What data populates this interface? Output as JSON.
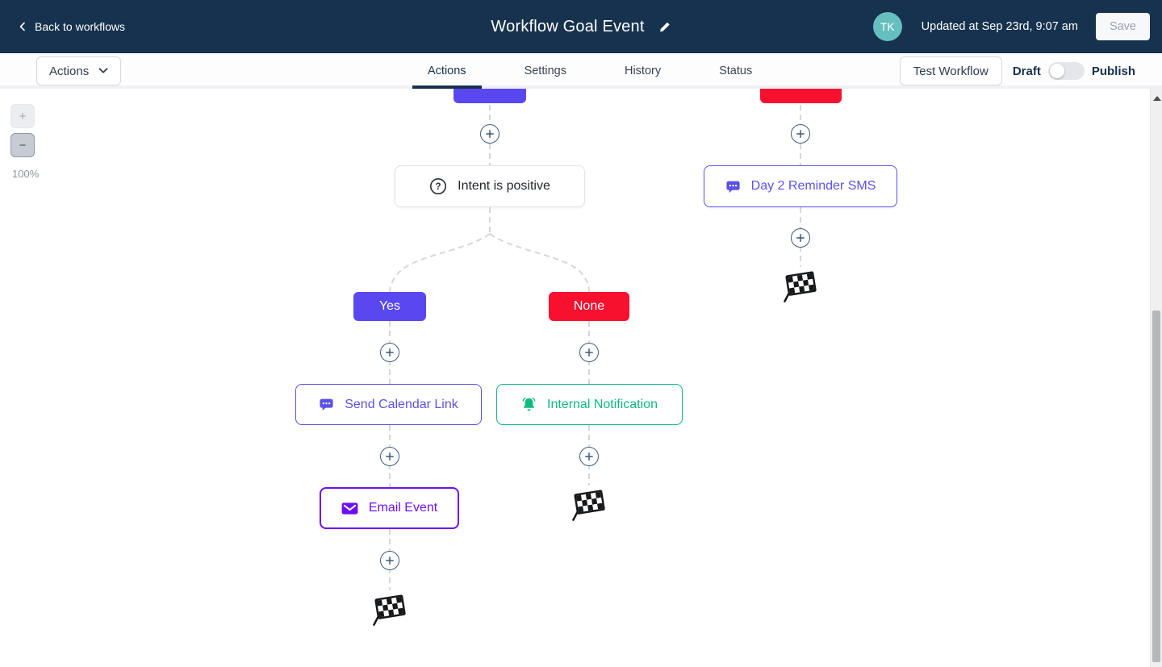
{
  "header": {
    "back_label": "Back to workflows",
    "title": "Workflow Goal Event",
    "avatar_initials": "TK",
    "updated_text": "Updated at Sep 23rd, 9:07 am",
    "save_label": "Save"
  },
  "toolbar": {
    "actions_button_label": "Actions",
    "tabs": [
      {
        "label": "Actions"
      },
      {
        "label": "Settings"
      },
      {
        "label": "History"
      },
      {
        "label": "Status"
      }
    ],
    "active_tab": "Actions",
    "test_workflow_label": "Test Workflow",
    "draft_label": "Draft",
    "publish_label": "Publish",
    "publish_toggle_state": "off"
  },
  "zoom_controls": {
    "zoom_in": "+",
    "zoom_out": "−",
    "zoom_level": "100%"
  },
  "workflow": {
    "condition_node": {
      "label": "Intent is positive",
      "icon": "question-circle"
    },
    "day2_reminder_sms": {
      "label": "Day 2 Reminder SMS",
      "icon": "sms"
    },
    "branch_yes": {
      "label": "Yes"
    },
    "branch_none": {
      "label": "None"
    },
    "send_calendar_link": {
      "label": "Send Calendar Link",
      "icon": "sms"
    },
    "internal_notification": {
      "label": "Internal Notification",
      "icon": "bell"
    },
    "email_event": {
      "label": "Email Event",
      "icon": "envelope"
    }
  },
  "icons": {
    "question_glyph": "?"
  },
  "colors": {
    "header_bg": "#17324e",
    "avatar_bg": "#66bfbf",
    "indigo_pill": "#5948f0",
    "indigo_node": "#5a52e6",
    "red": "#f8102f",
    "green": "#10ba82",
    "violet": "#6c10f4",
    "plus_circle": "#3d5a7c",
    "connector": "#d5d7dc"
  }
}
